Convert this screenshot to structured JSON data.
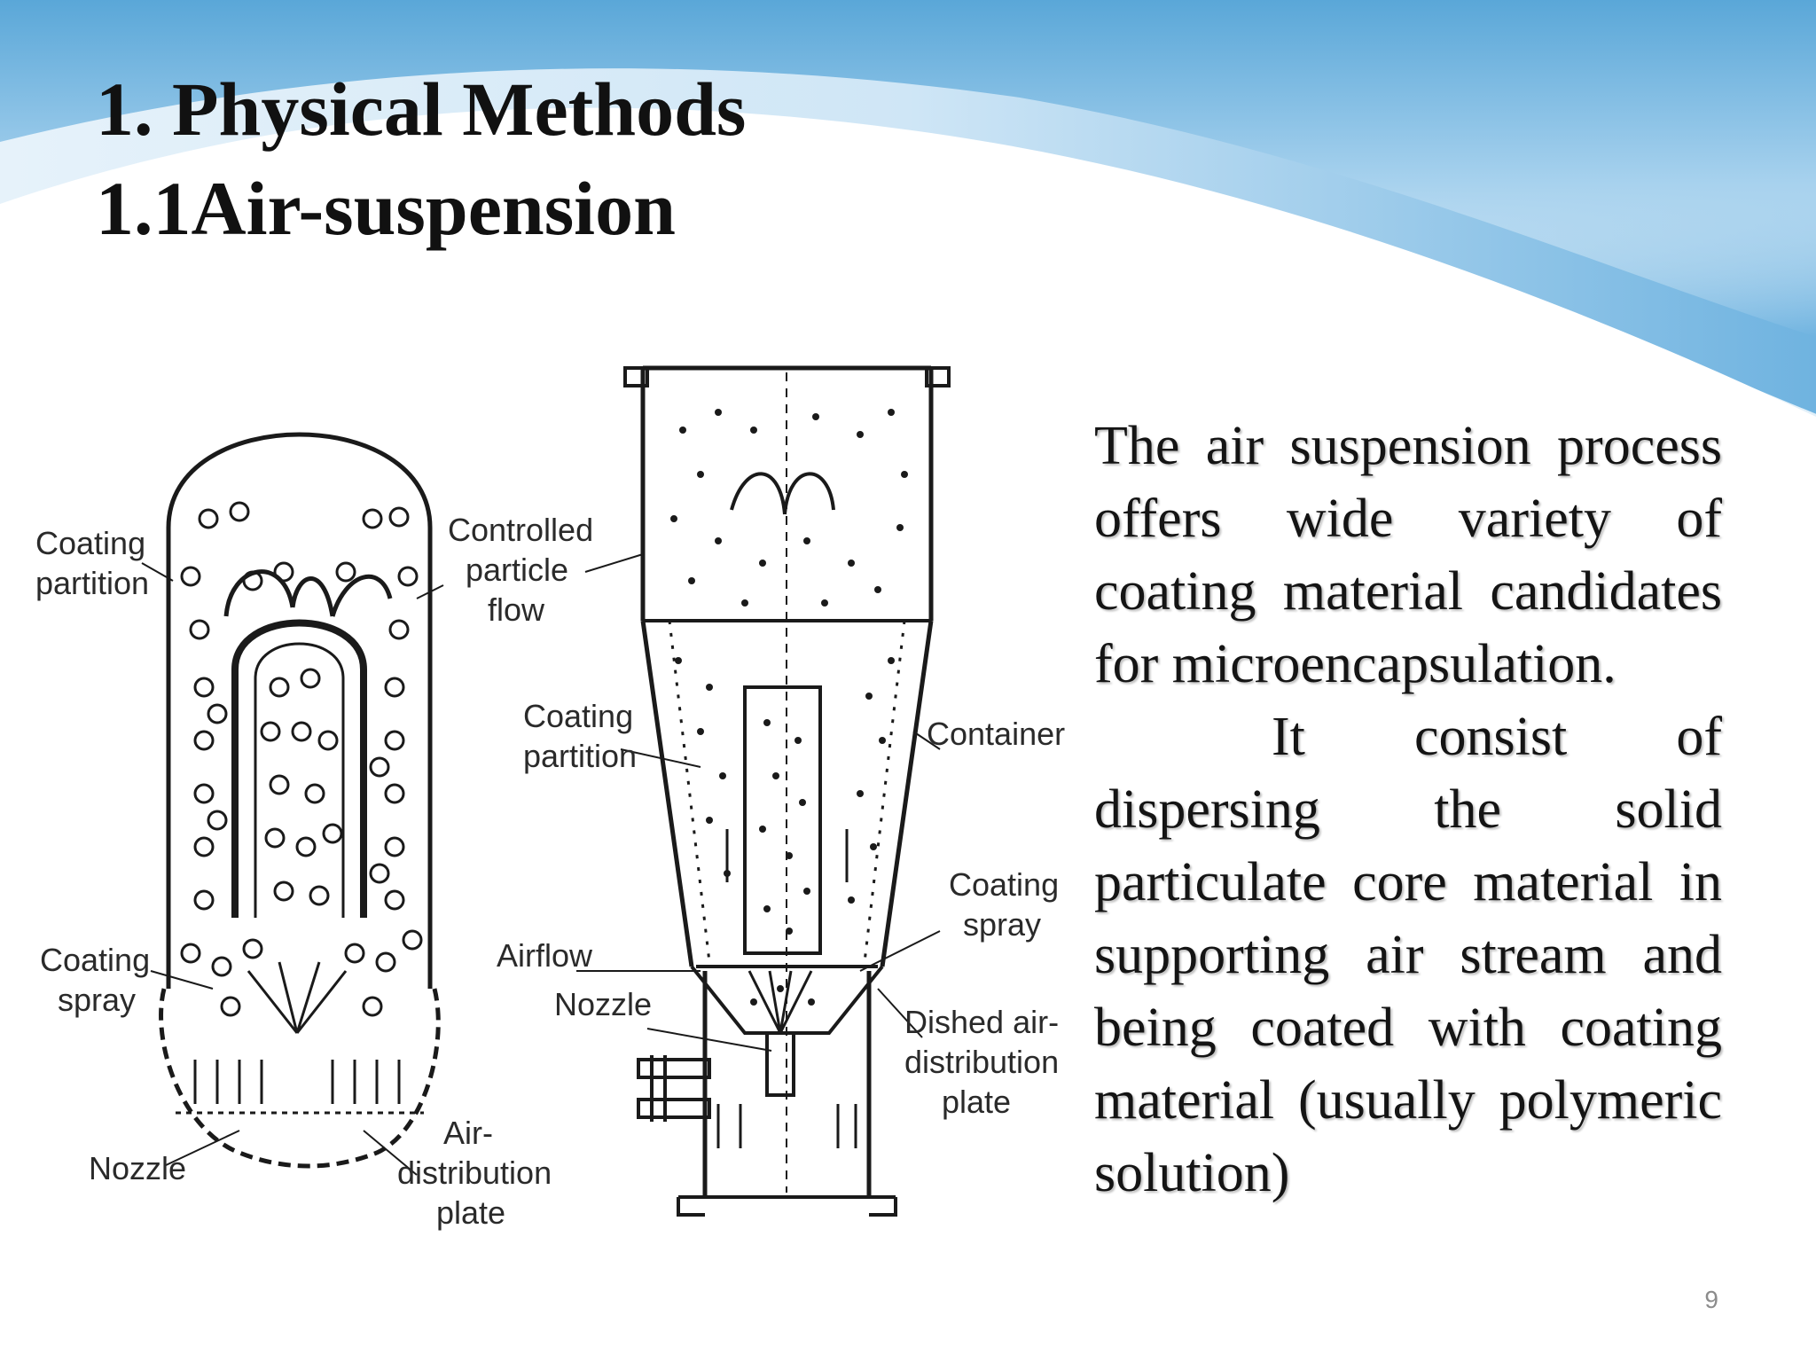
{
  "slide": {
    "title_line1": "1. Physical Methods",
    "title_line2": "1.1Air-suspension",
    "body_part1": "The air suspension process offers wide variety of coating material candidates for microencapsulation.",
    "body_part2": "It consist of dispersing the solid particulate core material in supporting air stream and being coated with coating material (usually polymeric solution)",
    "page_number": "9"
  },
  "figure": {
    "left_diagram": {
      "coating_partition_1": "Coating",
      "coating_partition_2": "partition",
      "controlled_flow_1": "Controlled",
      "controlled_flow_2": "particle",
      "controlled_flow_3": "flow",
      "coating_spray_1": "Coating",
      "coating_spray_2": "spray",
      "nozzle": "Nozzle",
      "air_plate_1": "Air-",
      "air_plate_2": "distribution",
      "air_plate_3": "plate"
    },
    "right_diagram": {
      "coating_partition_1": "Coating",
      "coating_partition_2": "partition",
      "airflow": "Airflow",
      "nozzle": "Nozzle",
      "container": "Container",
      "coating_spray_1": "Coating",
      "coating_spray_2": "spray",
      "dished_plate_1": "Dished air-",
      "dished_plate_2": "distribution",
      "dished_plate_3": "plate"
    }
  },
  "colors": {
    "wave_light": "#dcecf7",
    "wave_mid": "#8ec1e4",
    "wave_dark": "#4f9fd4"
  }
}
